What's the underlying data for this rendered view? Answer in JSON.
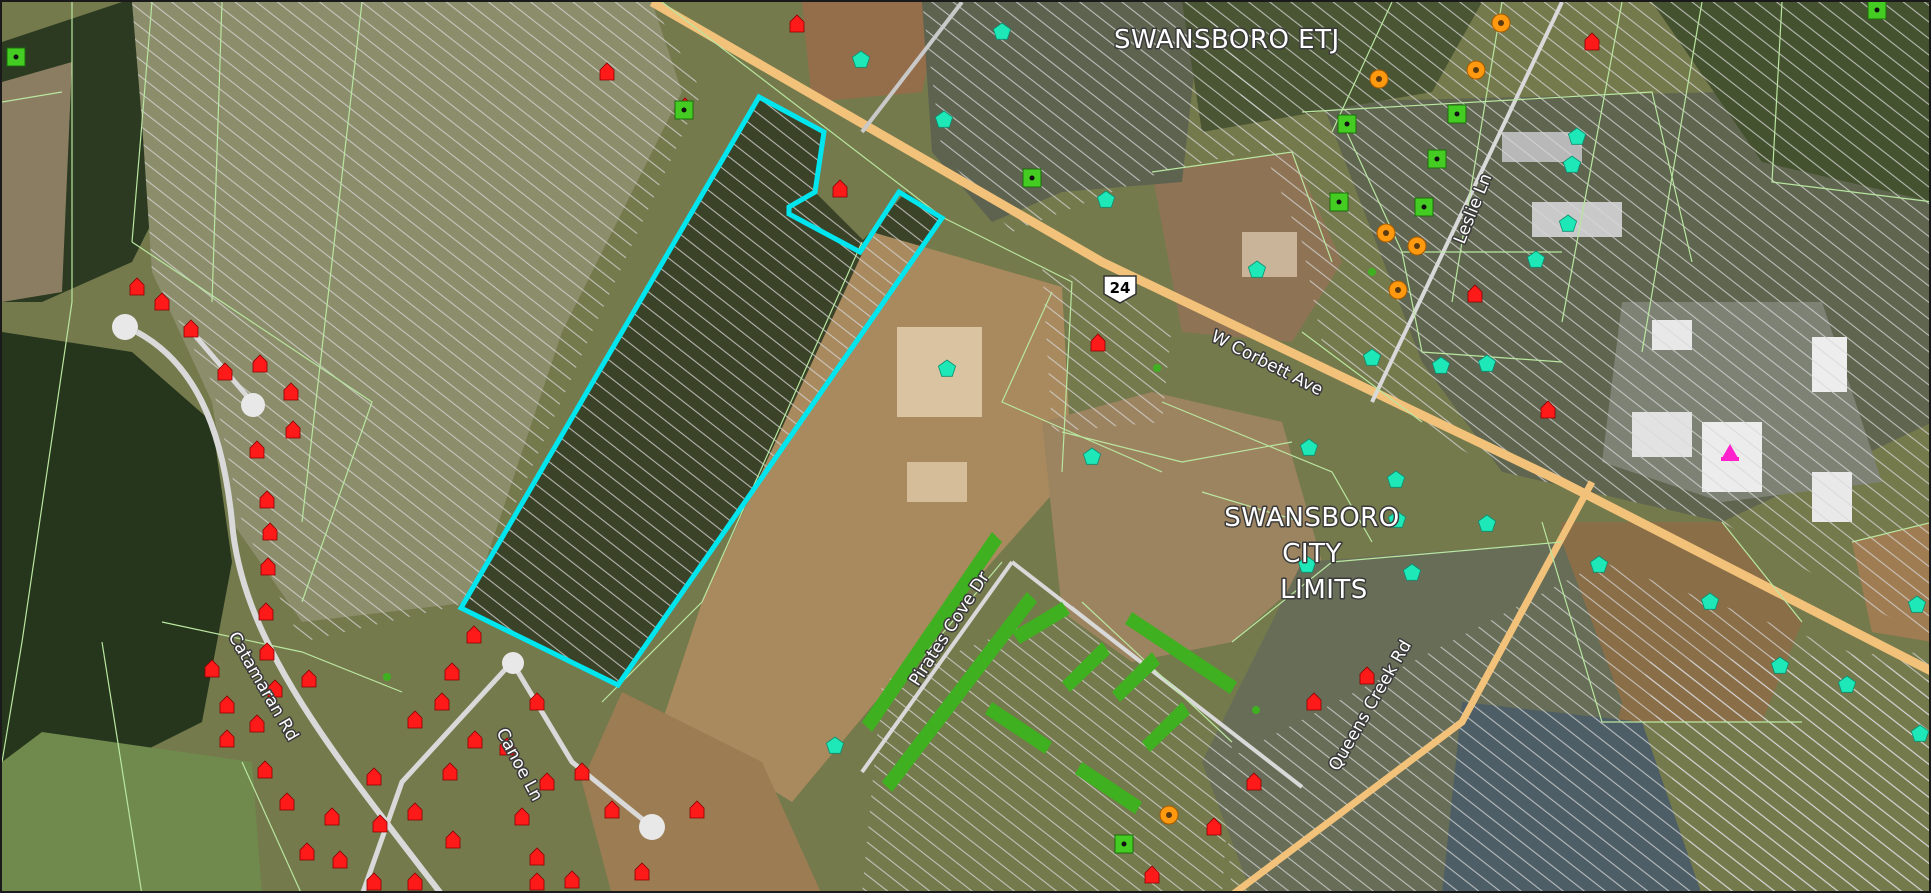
{
  "labels": {
    "etj": "SWANSBORO ETJ",
    "city_line1": "SWANSBORO",
    "city_line2": "CITY",
    "city_line3": "LIMITS",
    "corbett": "W Corbett Ave",
    "leslie": "Leslie Ln",
    "pirates": "Pirates Cove Dr",
    "catamaran": "Catamaran Rd",
    "canoe": "Canoe Ln",
    "queens": "Queens Creek Rd",
    "highway_shield": "24"
  },
  "legend_colors": {
    "subject_parcel_outline": "#00e5ee",
    "parcel_lines": "#b9e6a0",
    "residential_marker": "#ff1a1a",
    "commercial_marker": "#1ee8b8",
    "industrial_marker": "#44cc22",
    "institutional_marker": "#ff9a10",
    "multifamily_marker": "#3fb01f",
    "special_marker": "#ff22cc",
    "main_road": "#f2c27a",
    "etj_hatch": "#d8d8d8"
  },
  "icons": {
    "residential": "house-marker-icon",
    "commercial": "pentagon-marker-icon",
    "industrial": "square-dot-marker-icon",
    "institutional": "ring-marker-icon",
    "highway": "highway-shield-icon"
  }
}
